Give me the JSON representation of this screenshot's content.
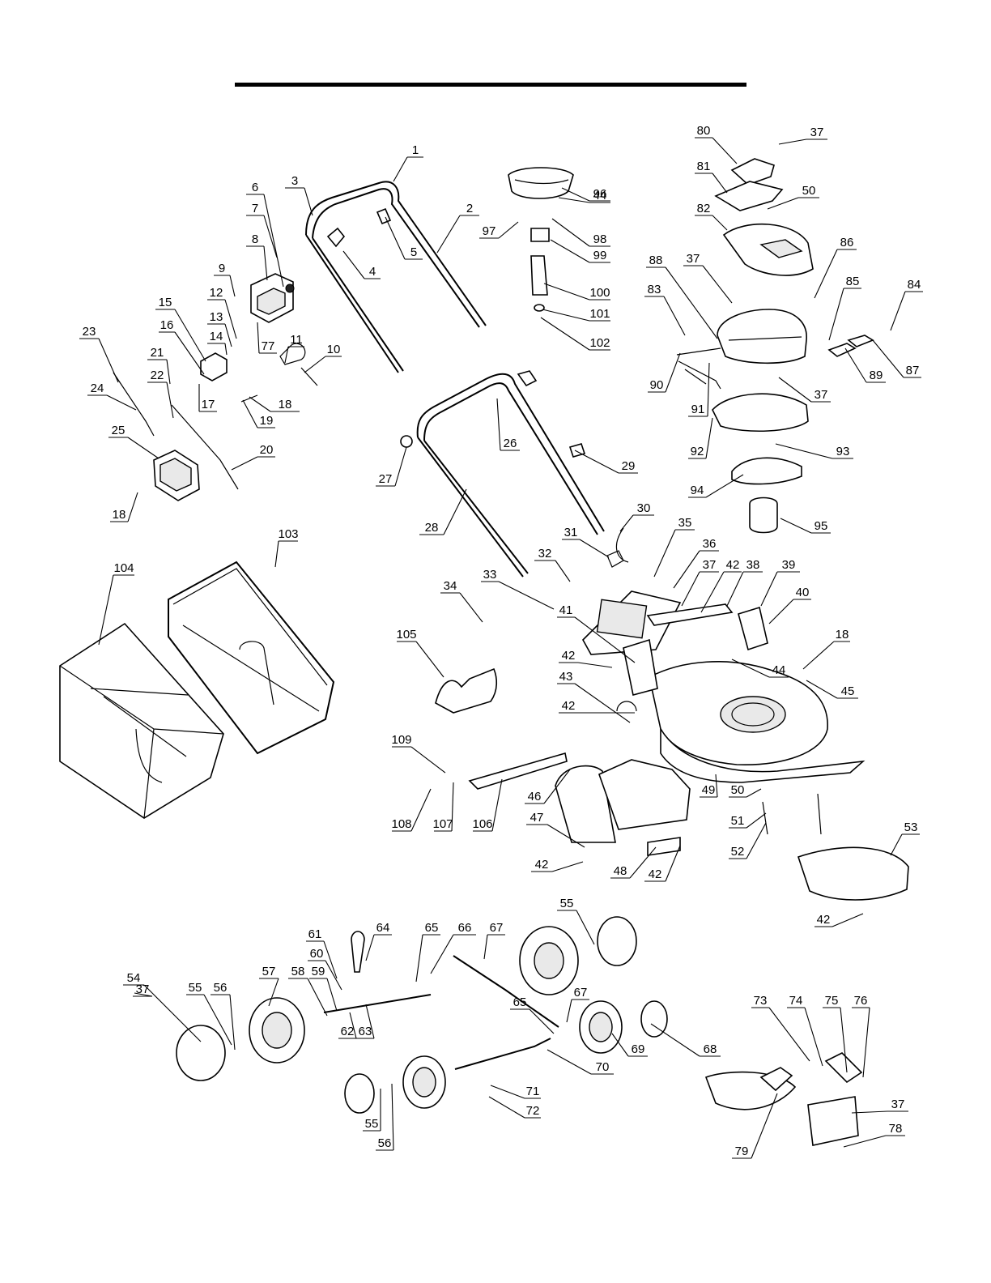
{
  "labels": [
    "1",
    "2",
    "3",
    "4",
    "5",
    "6",
    "7",
    "8",
    "9",
    "10",
    "11",
    "12",
    "13",
    "14",
    "15",
    "16",
    "17",
    "18",
    "18",
    "18",
    "19",
    "20",
    "21",
    "22",
    "23",
    "24",
    "25",
    "26",
    "27",
    "28",
    "29",
    "30",
    "31",
    "32",
    "33",
    "34",
    "35",
    "36",
    "37",
    "37",
    "37",
    "37",
    "37",
    "37",
    "38",
    "39",
    "40",
    "41",
    "42",
    "42",
    "42",
    "42",
    "42",
    "42",
    "43",
    "44",
    "44",
    "45",
    "46",
    "47",
    "48",
    "49",
    "50",
    "50",
    "51",
    "52",
    "53",
    "54",
    "55",
    "55",
    "55",
    "56",
    "56",
    "57",
    "58",
    "59",
    "60",
    "61",
    "62",
    "63",
    "64",
    "65",
    "65",
    "66",
    "67",
    "67",
    "68",
    "69",
    "70",
    "71",
    "72",
    "73",
    "74",
    "75",
    "76",
    "77",
    "78",
    "79",
    "80",
    "81",
    "82",
    "83",
    "84",
    "85",
    "86",
    "87",
    "88",
    "89",
    "90",
    "91",
    "92",
    "93",
    "94",
    "95",
    "96",
    "97",
    "98",
    "99",
    "100",
    "101",
    "102",
    "103",
    "104",
    "105",
    "106",
    "107",
    "108",
    "109"
  ]
}
